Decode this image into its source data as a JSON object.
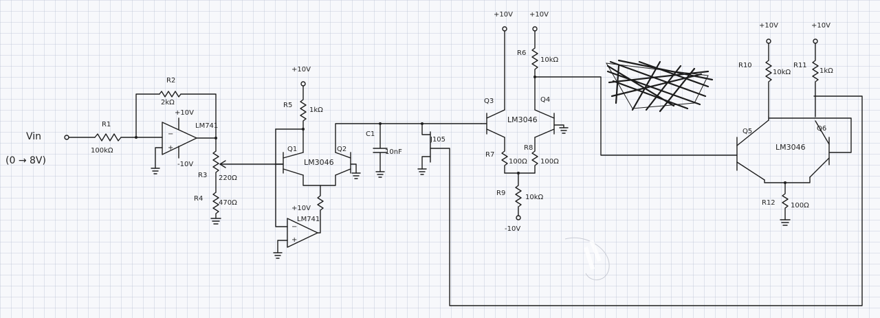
{
  "input": {
    "name": "Vin",
    "range": "(0 → 8V)"
  },
  "supply": {
    "pos": "+10V",
    "neg": "-10V"
  },
  "resistors": {
    "r1": "R1",
    "r1_val": "100kΩ",
    "r2": "R2",
    "r2_val": "2kΩ",
    "r3": "R3",
    "r3_val": "220Ω",
    "r4": "R4",
    "r4_val": "470Ω",
    "r5": "R5",
    "r5_val": "1kΩ",
    "r6": "R6",
    "r6_val": "10kΩ",
    "r7": "R7",
    "r7_val": "100Ω",
    "r8": "R8",
    "r8_val": "100Ω",
    "r9": "R9",
    "r9_val": "10kΩ",
    "r10": "R10",
    "r10_val": "10kΩ",
    "r11": "R11",
    "r11_val": "1kΩ",
    "r12": "R12",
    "r12_val": "100Ω"
  },
  "capacitor": {
    "name": "C1",
    "value": "10nF"
  },
  "opamps": {
    "u1": "LM741",
    "u2": "LM741"
  },
  "transistors": {
    "q1": "Q1",
    "q2": "Q2",
    "q3": "Q3",
    "q4": "Q4",
    "q5": "Q5",
    "q6": "Q6",
    "array": "LM3046"
  },
  "fet": {
    "name": "J105"
  },
  "colors": {
    "ink": "#1c1c1c",
    "grid": "#aab3c8",
    "paper": "#f7f8fb"
  }
}
